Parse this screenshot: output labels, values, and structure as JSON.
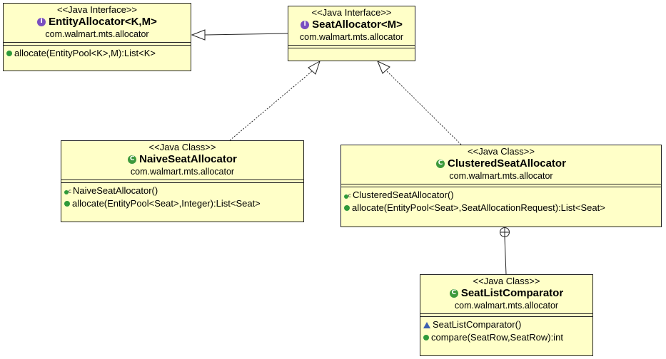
{
  "classes": {
    "entity_allocator": {
      "stereotype": "<<Java Interface>>",
      "name": "EntityAllocator<K,M>",
      "package": "com.walmart.mts.allocator",
      "operations": [
        "allocate(EntityPool<K>,M):List<K>"
      ]
    },
    "seat_allocator": {
      "stereotype": "<<Java Interface>>",
      "name": "SeatAllocator<M>",
      "package": "com.walmart.mts.allocator"
    },
    "naive_seat_allocator": {
      "stereotype": "<<Java Class>>",
      "name": "NaiveSeatAllocator",
      "package": "com.walmart.mts.allocator",
      "operations": [
        "NaiveSeatAllocator()",
        "allocate(EntityPool<Seat>,Integer):List<Seat>"
      ]
    },
    "clustered_seat_allocator": {
      "stereotype": "<<Java Class>>",
      "name": "ClusteredSeatAllocator",
      "package": "com.walmart.mts.allocator",
      "operations": [
        "ClusteredSeatAllocator()",
        "allocate(EntityPool<Seat>,SeatAllocationRequest):List<Seat>"
      ]
    },
    "seat_list_comparator": {
      "stereotype": "<<Java Class>>",
      "name": "SeatListComparator",
      "package": "com.walmart.mts.allocator",
      "operations": [
        "SeatListComparator()",
        "compare(SeatRow,SeatRow):int"
      ]
    }
  },
  "icons": {
    "interface_badge": "I",
    "class_badge": "C"
  },
  "colors": {
    "class_fill": "#ffffc8",
    "border": "#222222",
    "public_method": "#2e9a3a",
    "interface_badge": "#7a4fc0",
    "class_badge": "#3d9a3d",
    "protected_method": "#3b5fb0"
  }
}
